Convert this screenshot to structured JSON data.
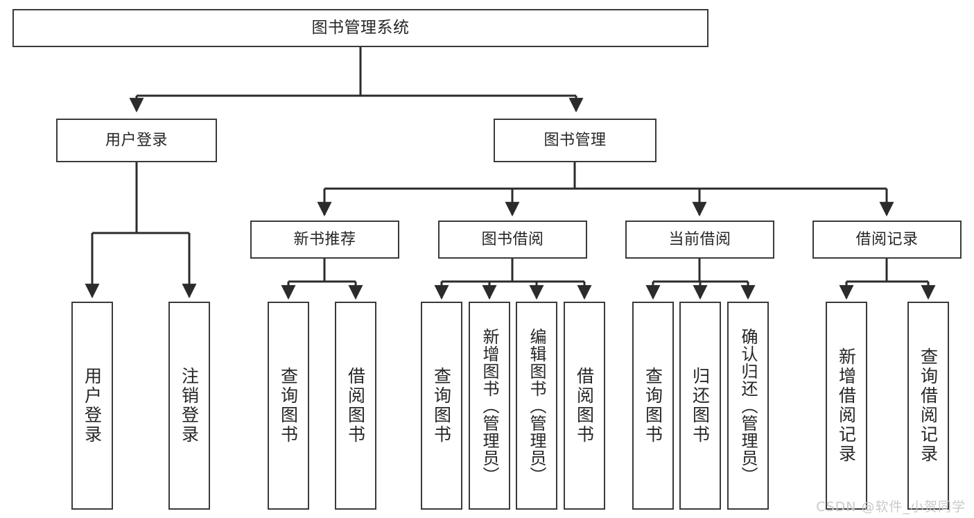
{
  "diagram": {
    "type": "tree-hierarchy",
    "title": "图书管理系统",
    "watermark": "CSDN @软件_小贺同学",
    "colors": {
      "box_border": "#3a3a3a",
      "box_fill": "#ffffff",
      "connector": "#2b2b2b",
      "text": "#262626",
      "watermark": "#c9c9c9",
      "background": "#ffffff"
    },
    "levels": {
      "root": "图书管理系统",
      "level2": [
        "用户登录",
        "图书管理"
      ],
      "level3": [
        "新书推荐",
        "图书借阅",
        "当前借阅",
        "借阅记录"
      ]
    },
    "nodes": {
      "root": {
        "label": "图书管理系统"
      },
      "user_login": {
        "label": "用户登录"
      },
      "book_manage": {
        "label": "图书管理"
      },
      "new_book_rec": {
        "label": "新书推荐"
      },
      "book_borrow": {
        "label": "图书借阅"
      },
      "current_borrow": {
        "label": "当前借阅"
      },
      "borrow_record": {
        "label": "借阅记录"
      },
      "leaf_user_login": {
        "label": "用户登录"
      },
      "leaf_logout": {
        "label": "注销登录"
      },
      "leaf_query_book_1": {
        "label": "查询图书"
      },
      "leaf_borrow_book_1": {
        "label": "借阅图书"
      },
      "leaf_query_book_2": {
        "label": "查询图书"
      },
      "leaf_add_book": {
        "label": "新增图书（管理员）"
      },
      "leaf_edit_book": {
        "label": "编辑图书（管理员）"
      },
      "leaf_borrow_book_2": {
        "label": "借阅图书"
      },
      "leaf_query_book_3": {
        "label": "查询图书"
      },
      "leaf_return_book": {
        "label": "归还图书"
      },
      "leaf_confirm_return": {
        "label": "确认归还（管理员）"
      },
      "leaf_add_record": {
        "label": "新增借阅记录"
      },
      "leaf_query_record": {
        "label": "查询借阅记录"
      }
    },
    "edges": [
      {
        "from": "root",
        "to": "user_login"
      },
      {
        "from": "root",
        "to": "book_manage"
      },
      {
        "from": "user_login",
        "to": "leaf_user_login"
      },
      {
        "from": "user_login",
        "to": "leaf_logout"
      },
      {
        "from": "book_manage",
        "to": "new_book_rec"
      },
      {
        "from": "book_manage",
        "to": "book_borrow"
      },
      {
        "from": "book_manage",
        "to": "current_borrow"
      },
      {
        "from": "book_manage",
        "to": "borrow_record"
      },
      {
        "from": "new_book_rec",
        "to": "leaf_query_book_1"
      },
      {
        "from": "new_book_rec",
        "to": "leaf_borrow_book_1"
      },
      {
        "from": "book_borrow",
        "to": "leaf_query_book_2"
      },
      {
        "from": "book_borrow",
        "to": "leaf_add_book"
      },
      {
        "from": "book_borrow",
        "to": "leaf_edit_book"
      },
      {
        "from": "book_borrow",
        "to": "leaf_borrow_book_2"
      },
      {
        "from": "current_borrow",
        "to": "leaf_query_book_3"
      },
      {
        "from": "current_borrow",
        "to": "leaf_return_book"
      },
      {
        "from": "current_borrow",
        "to": "leaf_confirm_return"
      },
      {
        "from": "borrow_record",
        "to": "leaf_add_record"
      },
      {
        "from": "borrow_record",
        "to": "leaf_query_record"
      }
    ]
  }
}
